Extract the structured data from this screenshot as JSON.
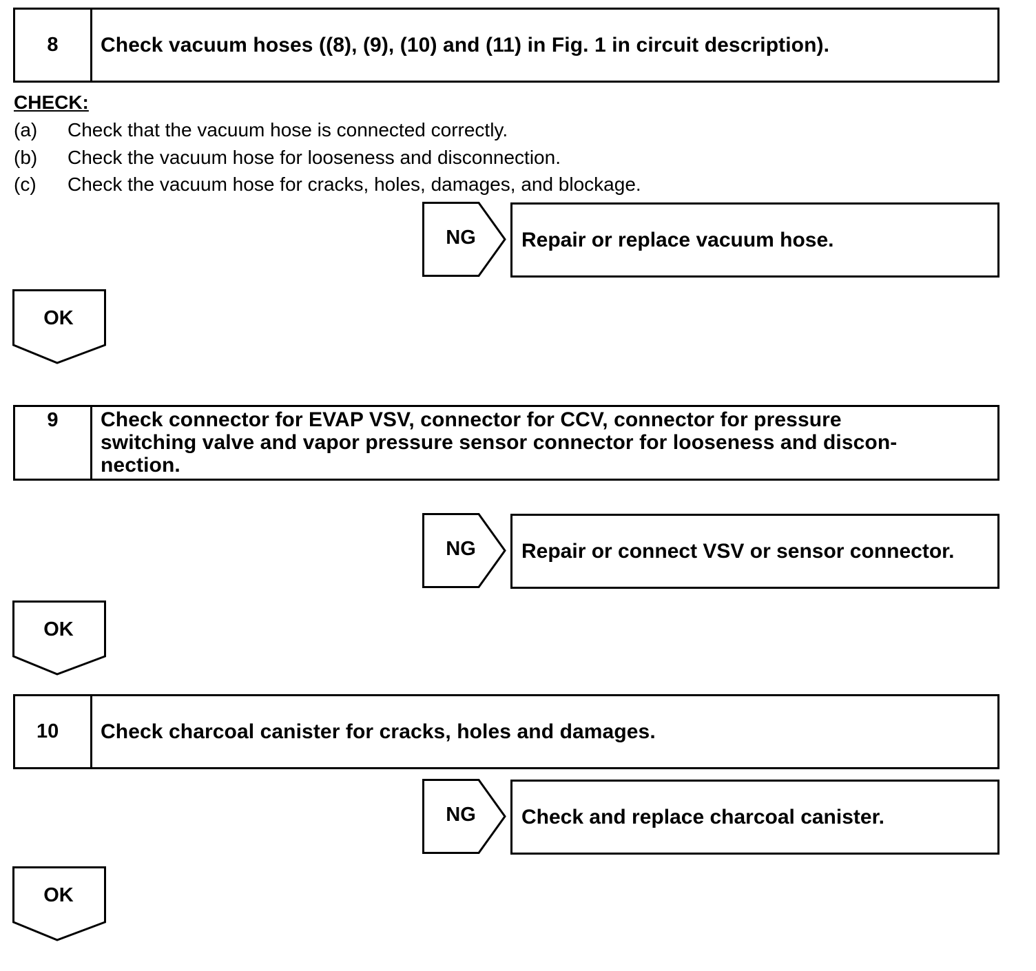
{
  "step8": {
    "number": "8",
    "title": "Check vacuum hoses ((8), (9), (10) and (11) in Fig. 1 in circuit description).",
    "check_heading": "CHECK:",
    "check_items": [
      {
        "letter": "(a)",
        "text": "Check that the vacuum hose is connected correctly."
      },
      {
        "letter": "(b)",
        "text": "Check the vacuum hose for looseness and disconnection."
      },
      {
        "letter": "(c)",
        "text": "Check the vacuum hose for cracks, holes, damages, and blockage."
      }
    ],
    "ng_label": "NG",
    "ng_action": "Repair or replace vacuum hose.",
    "ok_label": "OK"
  },
  "step9": {
    "number": "9",
    "title": "Check connector for EVAP VSV, connector for CCV, connector for pressure switching valve and vapor pressure sensor connector for looseness and discon-nection.",
    "title_lines": [
      "Check connector for EVAP VSV, connector for CCV, connector for pressure",
      "switching valve and vapor pressure sensor connector for looseness and discon-",
      "nection."
    ],
    "ng_label": "NG",
    "ng_action": "Repair or connect VSV or sensor connector.",
    "ok_label": "OK"
  },
  "step10": {
    "number": "10",
    "title": "Check charcoal canister for cracks, holes and damages.",
    "ng_label": "NG",
    "ng_action": "Check and replace charcoal canister.",
    "ok_label": "OK"
  }
}
